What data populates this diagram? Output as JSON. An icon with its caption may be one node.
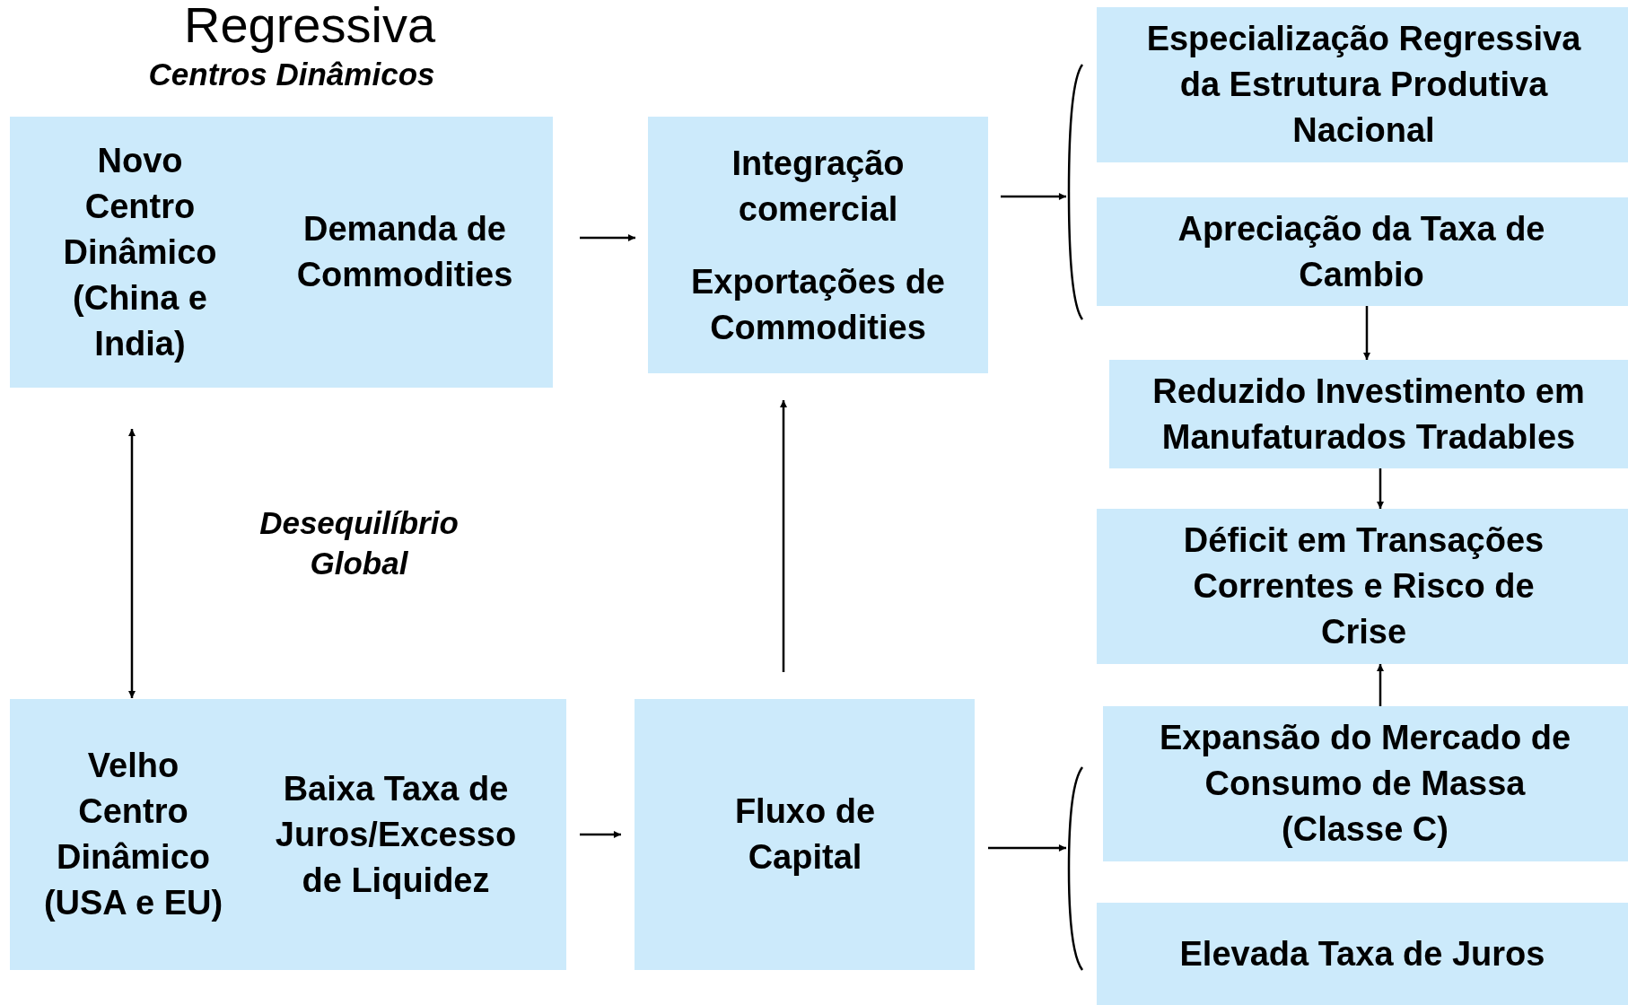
{
  "diagram": {
    "title": "Regressiva",
    "nodes": [
      {
        "text": [
          "Novo Centro Dinâmico (China e India)",
          "Demanda de Commodities"
        ]
      },
      {
        "text": [
          "Integração comercial",
          "Exportações de Commodities"
        ]
      },
      {
        "text": [
          "Especialização Regressiva da  Estrutura Produtiva Nacional"
        ]
      },
      {
        "text": [
          "Apreciação da Taxa de Cambio"
        ]
      },
      {
        "text": [
          "Reduzido Investimento em Manufaturados Tradables"
        ]
      },
      {
        "text": [
          "Déficit em Transações Correntes e Risco de Crise"
        ]
      },
      {
        "text": [
          "Velho Centro Dinâmico (USA e EU)",
          "Baixa Taxa de Juros/Excesso de Liquidez"
        ]
      },
      {
        "text": [
          "Fluxo de Capital"
        ]
      },
      {
        "text": [
          "Expansão do Mercado de Consumo de Massa (Classe C)"
        ]
      },
      {
        "text": [
          "Elevada Taxa de Juros"
        ]
      },
      {
        "text": [],
        "shape": "bracket"
      },
      {
        "text": [],
        "shape": "bracket"
      }
    ],
    "edges": [
      {
        "from": 0,
        "to": 1,
        "arrow": "to"
      },
      {
        "from": 1,
        "to": 10,
        "arrow": "to"
      },
      {
        "from": 3,
        "to": 4,
        "arrow": "to"
      },
      {
        "from": 4,
        "to": 5,
        "arrow": "to"
      },
      {
        "from": 8,
        "to": 5,
        "arrow": "to"
      },
      {
        "from": 0,
        "to": 6,
        "arrow": "both"
      },
      {
        "from": 6,
        "to": 7,
        "arrow": "to"
      },
      {
        "from": 7,
        "to": 1,
        "arrow": "to"
      },
      {
        "from": 7,
        "to": 11,
        "arrow": "to"
      }
    ],
    "labels": [
      "Centros Dinâmicos",
      "Desequilíbrio Global"
    ]
  }
}
